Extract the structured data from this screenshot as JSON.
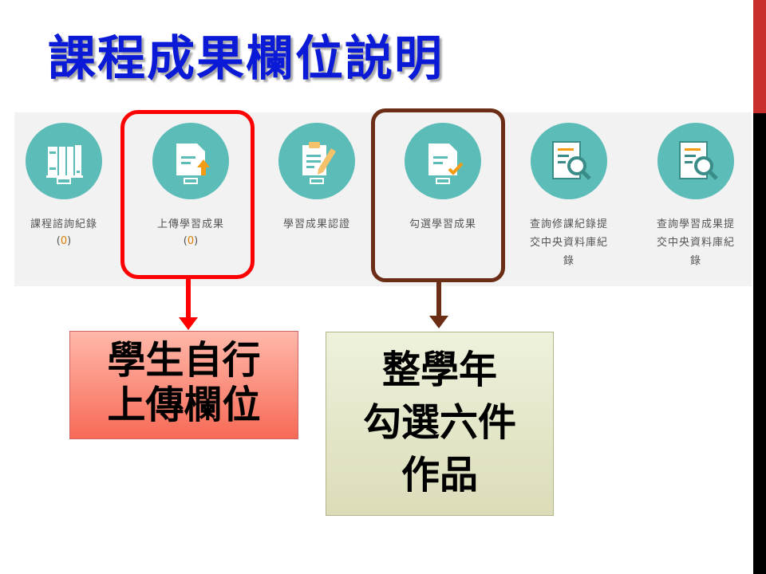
{
  "title": "課程成果欄位説明",
  "colors": {
    "title": "#0a1ad6",
    "teal": "#5cbcb8",
    "red_highlight": "#ff0000",
    "brown_highlight": "#6b2d16",
    "accent_bar": "#c9302c",
    "count_number": "#e07b00"
  },
  "tiles": [
    {
      "icon": "books-icon",
      "label_lines": [
        "課程諮詢紀錄"
      ],
      "count_open": "(",
      "count": "0",
      "count_close": ")"
    },
    {
      "icon": "upload-document-icon",
      "label_lines": [
        "上傳學習成果"
      ],
      "count_open": "(",
      "count": "0",
      "count_close": ")"
    },
    {
      "icon": "clipboard-pen-icon",
      "label_lines": [
        "學習成果認證"
      ]
    },
    {
      "icon": "document-check-icon",
      "label_lines": [
        "勾選學習成果"
      ]
    },
    {
      "icon": "document-search-icon",
      "label_lines": [
        "查詢修課紀錄提",
        "交中央資料庫紀",
        "錄"
      ]
    },
    {
      "icon": "document-search-icon",
      "label_lines": [
        "查詢學習成果提",
        "交中央資料庫紀",
        "錄"
      ]
    }
  ],
  "callout_red": {
    "lines": [
      "學生自行",
      "上傳欄位"
    ]
  },
  "callout_green": {
    "lines": [
      "整學年",
      "勾選六件",
      "作品"
    ]
  }
}
